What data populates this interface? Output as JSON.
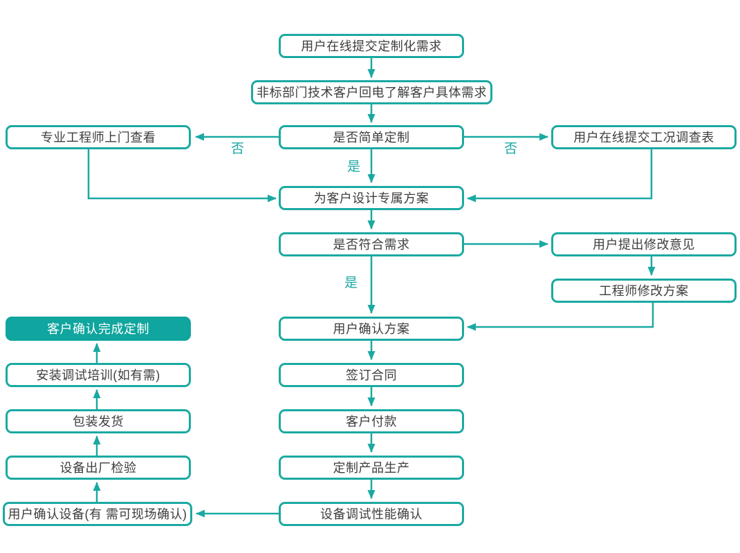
{
  "colors": {
    "line": "#1aa9a2",
    "node_border": "#1aa9a2",
    "node_fill_terminal": "#10a59e",
    "node_text": "#3d3d3d",
    "terminal_text": "#ffffff",
    "edge_label_text": "#1aa9a2",
    "background": "#ffffff"
  },
  "flowchart": {
    "nodes": [
      {
        "id": "online-submit-request",
        "label": "用户在线提交定制化需求"
      },
      {
        "id": "callback-understand-needs",
        "label": "非标部门技术客户回电了解客户具体需求"
      },
      {
        "id": "engineer-site-visit",
        "label": "专业工程师上门查看"
      },
      {
        "id": "decision-simple-custom",
        "label": "是否简单定制"
      },
      {
        "id": "submit-condition-survey",
        "label": "用户在线提交工况调查表"
      },
      {
        "id": "design-exclusive-plan",
        "label": "为客户设计专属方案"
      },
      {
        "id": "decision-meets-needs",
        "label": "是否符合需求"
      },
      {
        "id": "user-feedback",
        "label": "用户提出修改意见"
      },
      {
        "id": "engineer-revise-plan",
        "label": "工程师修改方案"
      },
      {
        "id": "user-confirm-plan",
        "label": "用户确认方案"
      },
      {
        "id": "customer-confirm-complete",
        "label": "客户确认完成定制"
      },
      {
        "id": "sign-contract",
        "label": "签订合同"
      },
      {
        "id": "install-debug-training",
        "label": "安装调试培训(如有需)"
      },
      {
        "id": "customer-payment",
        "label": "客户付款"
      },
      {
        "id": "packaging-shipping",
        "label": "包装发货"
      },
      {
        "id": "custom-production",
        "label": "定制产品生产"
      },
      {
        "id": "factory-inspection",
        "label": "设备出厂检验"
      },
      {
        "id": "equipment-debug-confirm",
        "label": "设备调试性能确认"
      },
      {
        "id": "user-confirm-equipment",
        "label": "用户确认设备(有 需可现场确认)"
      }
    ],
    "edge_labels": [
      {
        "id": "no-left",
        "label": "否"
      },
      {
        "id": "no-right",
        "label": "否"
      },
      {
        "id": "yes-simple",
        "label": "是"
      },
      {
        "id": "yes-meets",
        "label": "是"
      }
    ]
  }
}
